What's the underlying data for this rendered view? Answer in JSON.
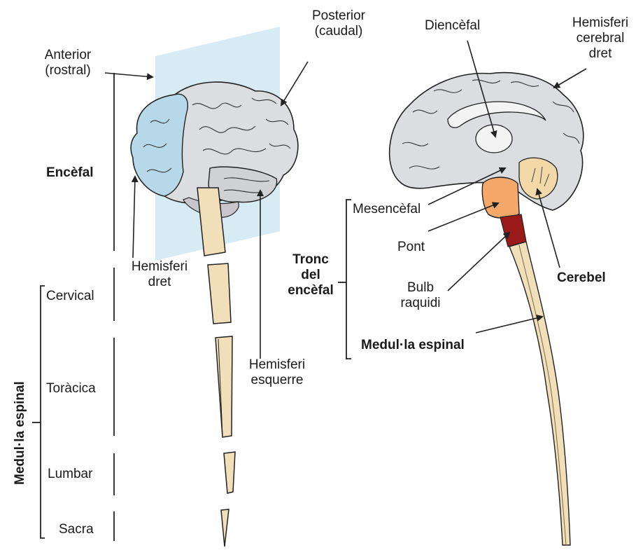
{
  "labels": {
    "anterior": [
      "Anterior",
      "(rostral)"
    ],
    "posterior": [
      "Posterior",
      "(caudal)"
    ],
    "diencefal": "Diencèfal",
    "hemisferi_cerebral_dret": [
      "Hemisferi",
      "cerebral",
      "dret"
    ],
    "encefal": "Encèfal",
    "hemisferi_dret": [
      "Hemisferi",
      "dret"
    ],
    "mesencefal": "Mesencèfal",
    "pont": "Pont",
    "tronc_encefal": [
      "Tronc",
      "del",
      "encèfal"
    ],
    "bulb_raquidi": [
      "Bulb",
      "raquidi"
    ],
    "cerebel": "Cerebel",
    "medulla_espinal_right": "Medul·la espinal",
    "hemisferi_esquerre": [
      "Hemisferi",
      "esquerre"
    ],
    "cervical": "Cervical",
    "toracica": "Toràcica",
    "lumbar": "Lumbar",
    "sacra": "Sacra",
    "medulla_espinal_vertical": "Medul·la espinal"
  },
  "colors": {
    "brain_gray": "#dcdde0",
    "frontal_blue": "#b6d8e8",
    "plane_blue": "#cfe8f2",
    "spinal_beige": "#f1dfb9",
    "midbrain_orange": "#f6a86a",
    "pons_red": "#9a1a1a",
    "cerebellum_tan": "#f4d9a8",
    "line": "#222222"
  }
}
